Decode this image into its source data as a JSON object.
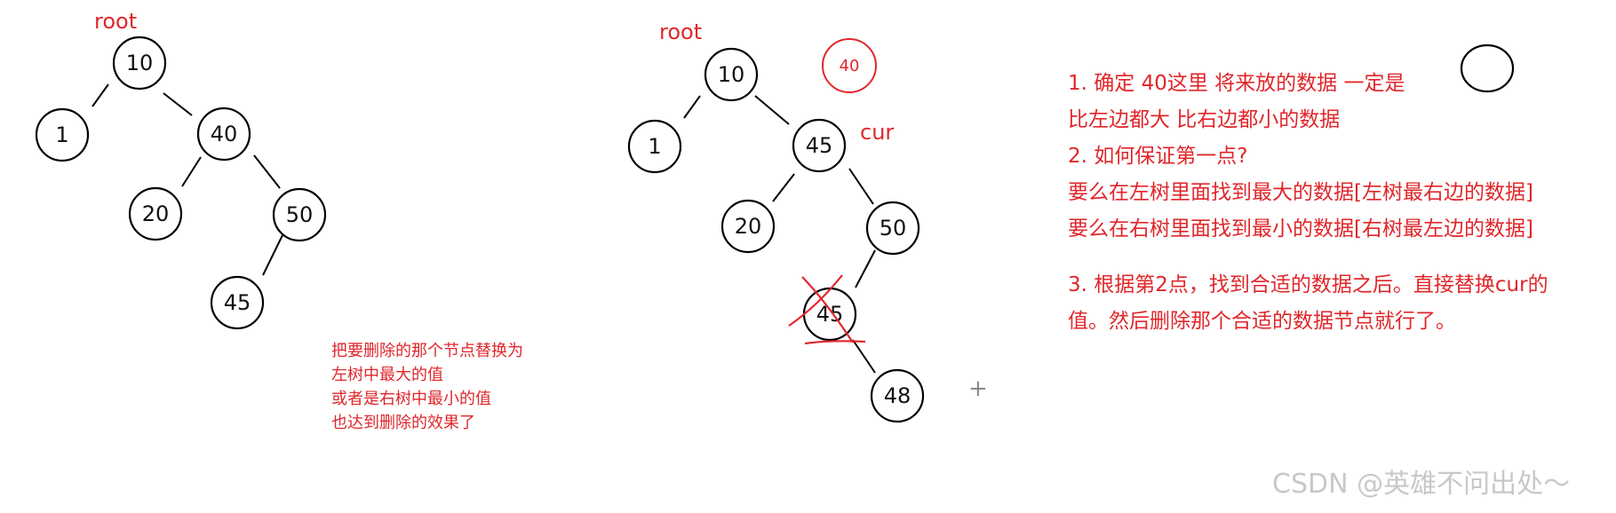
{
  "left_tree": {
    "root_label": "root",
    "nodes": [
      "10",
      "1",
      "40",
      "20",
      "50",
      "45"
    ]
  },
  "middle_tree": {
    "root_label": "root",
    "cur_label": "cur",
    "replaced_value": "40",
    "nodes": [
      "10",
      "1",
      "45",
      "20",
      "50",
      "45",
      "48"
    ]
  },
  "left_note": {
    "lines": [
      "把要删除的那个节点替换为",
      "左树中最大的值",
      "或者是右树中最小的值",
      "也达到删除的效果了"
    ]
  },
  "right_note": {
    "step1": [
      "1. 确定 40这里 将来放的数据 一定是",
      "比左边都大  比右边都小的数据"
    ],
    "step2": [
      "2. 如何保证第一点?",
      "要么在左树里面找到最大的数据[左树最右边的数据]",
      "要么在右树里面找到最小的数据[右树最左边的数据]"
    ],
    "step3": [
      "3. 根据第2点，找到合适的数据之后。直接替换cur的",
      "值。然后删除那个合适的数据节点就行了。"
    ]
  },
  "cursor_glyph": "+",
  "watermark": "CSDN @英雄不问出处～"
}
